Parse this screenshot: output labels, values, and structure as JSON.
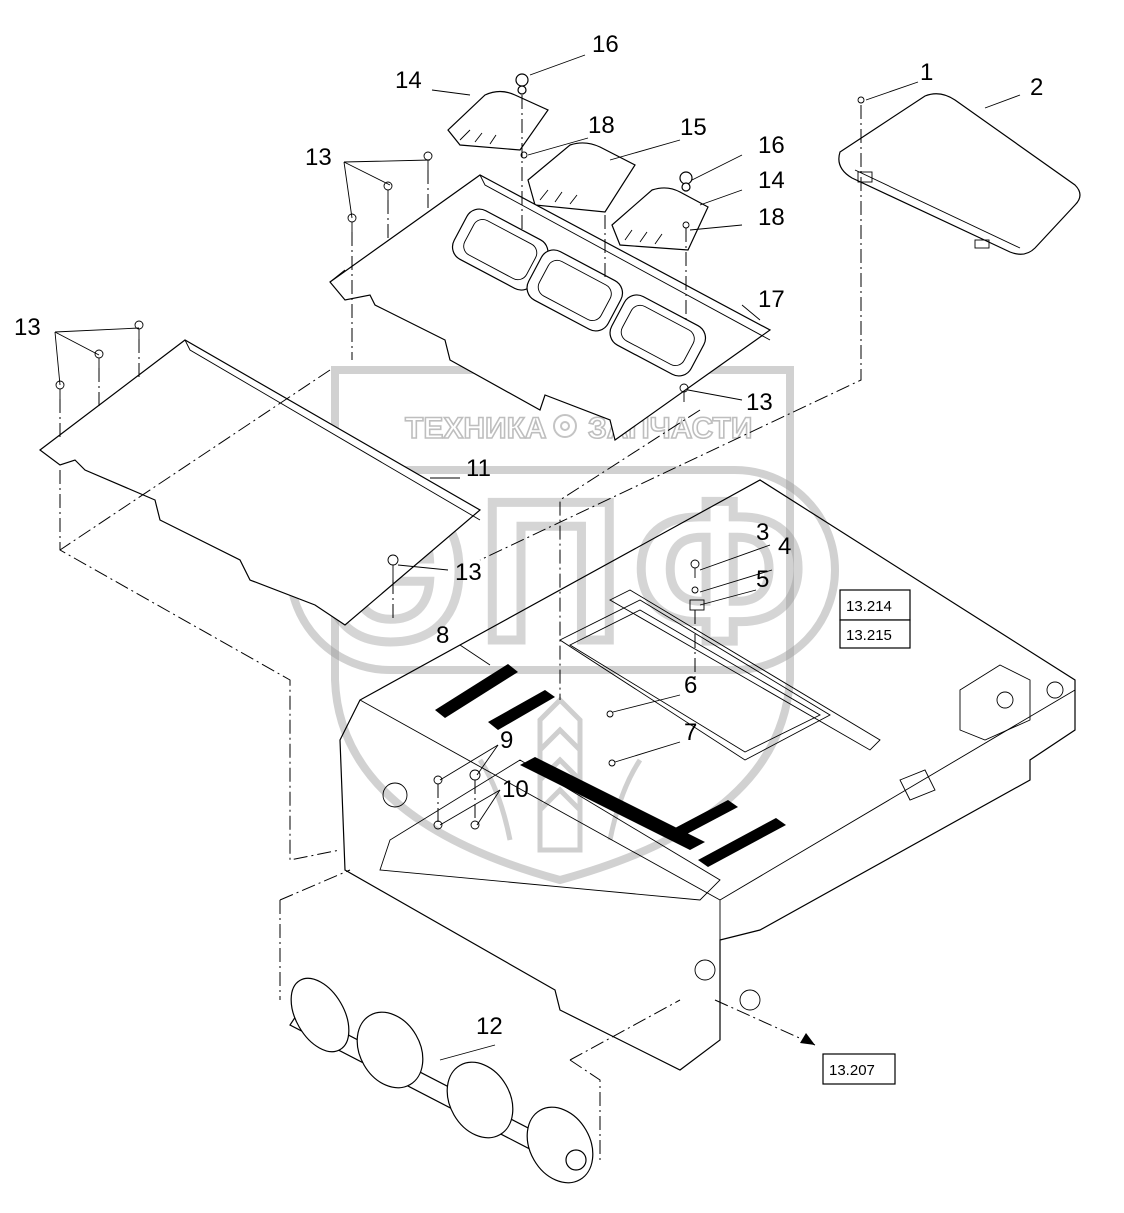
{
  "callouts": {
    "c1": "1",
    "c2": "2",
    "c3": "3",
    "c4": "4",
    "c5": "5",
    "c6": "6",
    "c7": "7",
    "c8": "8",
    "c9": "9",
    "c10": "10",
    "c11": "11",
    "c12": "12",
    "c13a": "13",
    "c13b": "13",
    "c13c": "13",
    "c13d": "13",
    "c14a": "14",
    "c14b": "14",
    "c15": "15",
    "c16a": "16",
    "c16b": "16",
    "c17": "17",
    "c18a": "18",
    "c18b": "18"
  },
  "refs": {
    "r1": "13.214",
    "r2": "13.215",
    "r3": "13.207"
  },
  "watermark": {
    "left": "ТЕХНИКА",
    "right": "ЗАПЧАСТИ",
    "logo": "ЭПФ"
  }
}
